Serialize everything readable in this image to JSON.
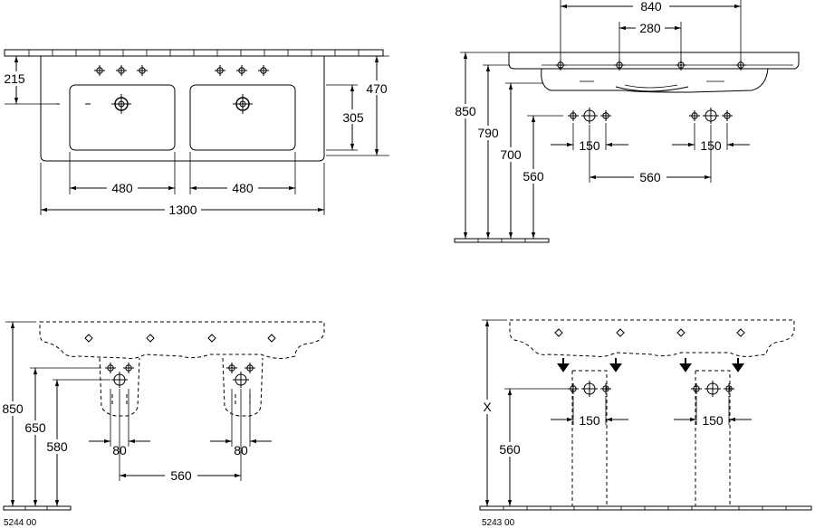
{
  "top_left": {
    "dims": {
      "d215": "215",
      "d470": "470",
      "d305": "305",
      "d480a": "480",
      "d480b": "480",
      "d1300": "1300"
    }
  },
  "top_right": {
    "dims": {
      "d840": "840",
      "d280": "280",
      "d850": "850",
      "d790": "790",
      "d700": "700",
      "d560v": "560",
      "d150a": "150",
      "d150b": "150",
      "d560h": "560"
    }
  },
  "bottom_left": {
    "dims": {
      "d850": "850",
      "d650": "650",
      "d580": "580",
      "d80a": "80",
      "d80b": "80",
      "d560": "560"
    },
    "code": "5244 00"
  },
  "bottom_right": {
    "dims": {
      "dX": "X",
      "d560": "560",
      "d150a": "150",
      "d150b": "150"
    },
    "code": "5243 00"
  }
}
